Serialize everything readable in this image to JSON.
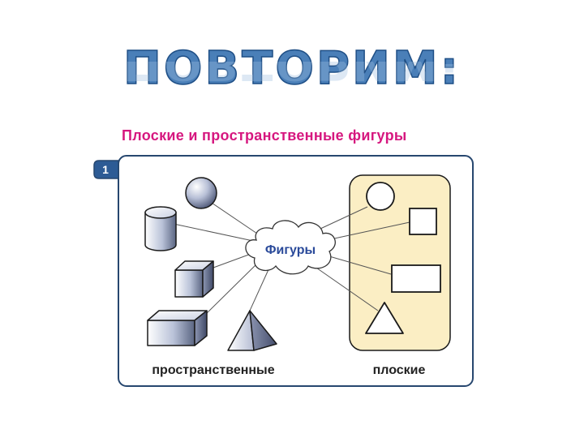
{
  "slide": {
    "title": "ПОВТОРИМ:"
  },
  "section": {
    "heading": "Плоские и пространственные фигуры",
    "number": "1"
  },
  "diagram": {
    "center_label": "Фигуры",
    "left_group_label": "пространственные",
    "right_group_label": "плоские",
    "spatial_shapes": [
      "sphere",
      "cylinder",
      "cube",
      "rectangular-prism",
      "pyramid"
    ],
    "flat_shapes": [
      "circle",
      "square",
      "rectangle",
      "triangle"
    ]
  },
  "colors": {
    "title": "#4a7fb8",
    "heading": "#d6177f",
    "frame": "#27476f",
    "center_label": "#2a4a9a",
    "flat_panel": "#fbeec4"
  }
}
